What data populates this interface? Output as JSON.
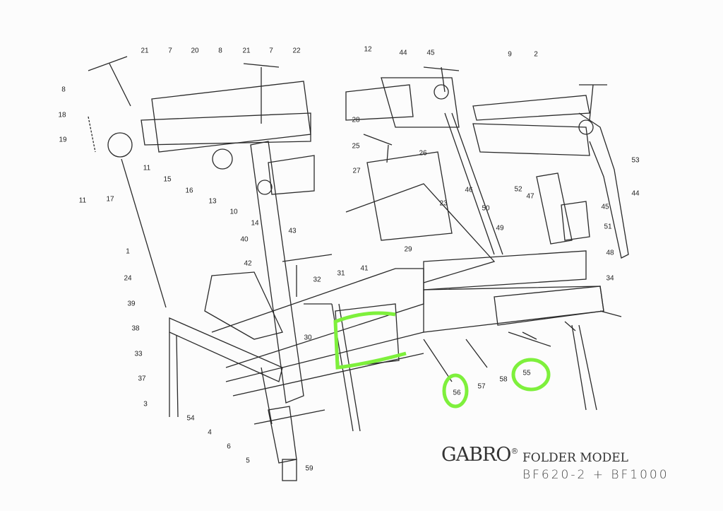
{
  "title": {
    "brand": "GABRO",
    "reg": "®",
    "subtitle": "FOLDER MODEL",
    "models": "BF620-2 + BF1000"
  },
  "labels": [
    "21",
    "7",
    "20",
    "8",
    "21",
    "7",
    "22",
    "8",
    "18",
    "19",
    "11",
    "17",
    "15",
    "16",
    "13",
    "10",
    "14",
    "11",
    "1",
    "24",
    "39",
    "38",
    "33",
    "37",
    "3",
    "54",
    "4",
    "6",
    "5",
    "59",
    "40",
    "43",
    "42",
    "31",
    "41",
    "32",
    "30",
    "12",
    "44",
    "45",
    "9",
    "2",
    "28",
    "25",
    "26",
    "27",
    "46",
    "23",
    "29",
    "53",
    "52",
    "47",
    "44",
    "45",
    "50",
    "49",
    "51",
    "48",
    "34",
    "56",
    "57",
    "58",
    "55"
  ],
  "colors": {
    "line": "#2a2a2a",
    "highlight": "#7ef03c"
  }
}
